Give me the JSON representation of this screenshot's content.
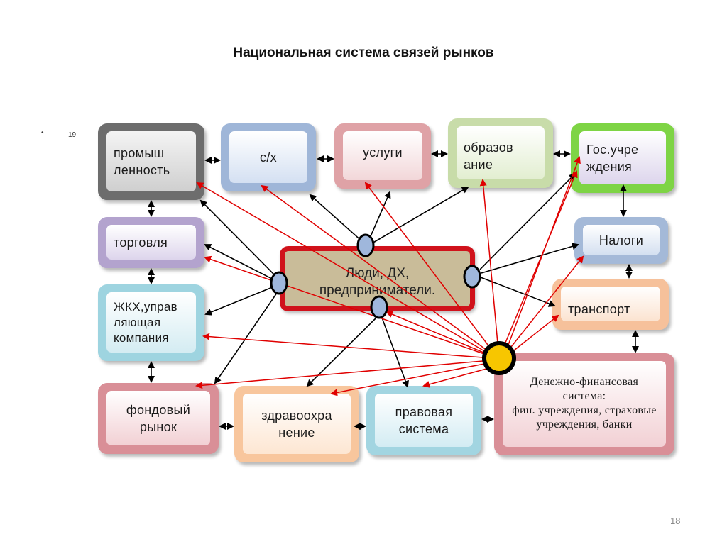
{
  "slide": {
    "title": "Национальная система связей рынков",
    "bullet_symbol": "•",
    "bullet_number": "19",
    "page_number": "18"
  },
  "diagram": {
    "center": {
      "label": "Люди, ДХ,\nпредприниматели."
    },
    "nodes": {
      "promyshlennost": "промыш\nленность",
      "sh": "с/х",
      "uslugi": "услуги",
      "obrazovanie": "образов\nание",
      "gos": "Гос.учре\nждения",
      "torgovlya": "торговля",
      "nalogi": "Налоги",
      "zhkh": "ЖКХ,управ\nляющая\nкомпания",
      "transport": "транспорт",
      "fondovy": "фондовый\nрынок",
      "zdravoohranenie": "здравоохра\nнение",
      "pravovaya": "правовая\nсистема",
      "denezhno": "Денежно-финансовая система:\nфин. учреждения, страховые\nучреждения, банки"
    },
    "colors": {
      "black_links": "#000000",
      "red_links": "#e00000",
      "hub_fill": "#9fb7dc",
      "finance_hub_fill": "#f7c600",
      "center_border": "#d0121b",
      "center_fill": "#c9bc99"
    }
  }
}
